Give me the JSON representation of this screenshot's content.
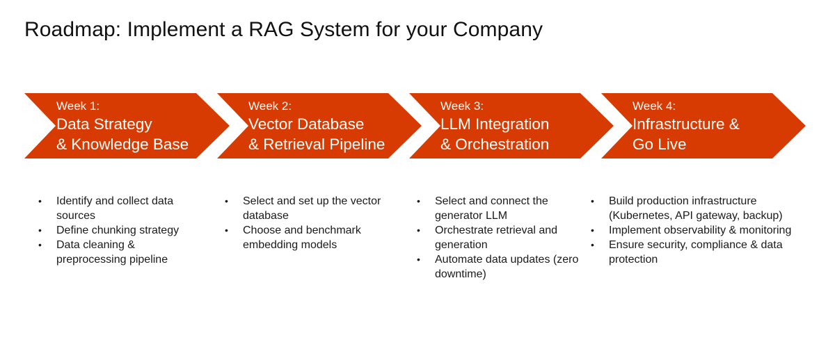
{
  "title": "Roadmap: Implement a RAG System for your Company",
  "colors": {
    "chevron": "#D83B01",
    "text_on_chevron": "#FFFFFF"
  },
  "steps": [
    {
      "week": "Week 1:",
      "name_line1": "Data Strategy",
      "name_line2": "& Knowledge Base",
      "bullets": [
        "Identify and collect data sources",
        "Define chunking strategy",
        "Data cleaning & preprocessing pipeline"
      ]
    },
    {
      "week": "Week 2:",
      "name_line1": "Vector Database",
      "name_line2": "& Retrieval Pipeline",
      "bullets": [
        "Select and set up the vector database",
        "Choose and benchmark embedding models"
      ]
    },
    {
      "week": "Week 3:",
      "name_line1": "LLM Integration",
      "name_line2": "& Orchestration",
      "bullets": [
        "Select and connect the generator LLM",
        "Orchestrate retrieval and generation",
        "Automate data updates (zero downtime)"
      ]
    },
    {
      "week": "Week 4:",
      "name_line1": "Infrastructure &",
      "name_line2": "Go Live",
      "bullets": [
        "Build production infrastructure (Kubernetes, API gateway, backup)",
        "Implement observability & monitoring",
        "Ensure security, compliance & data protection"
      ]
    }
  ],
  "bullet_glyph": "•"
}
